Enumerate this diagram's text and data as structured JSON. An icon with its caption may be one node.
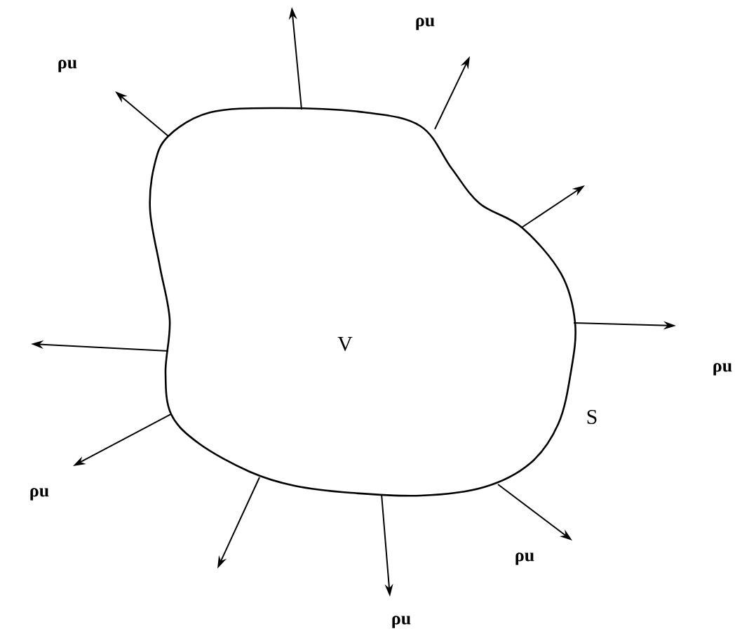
{
  "diagram": {
    "nodes": [
      {
        "text": [
          "V"
        ],
        "beside": [
          "S"
        ]
      }
    ],
    "edges": [],
    "labels": [
      "ρu",
      "ρu",
      "ρu",
      "ρu",
      "ρu",
      "ρu"
    ]
  }
}
